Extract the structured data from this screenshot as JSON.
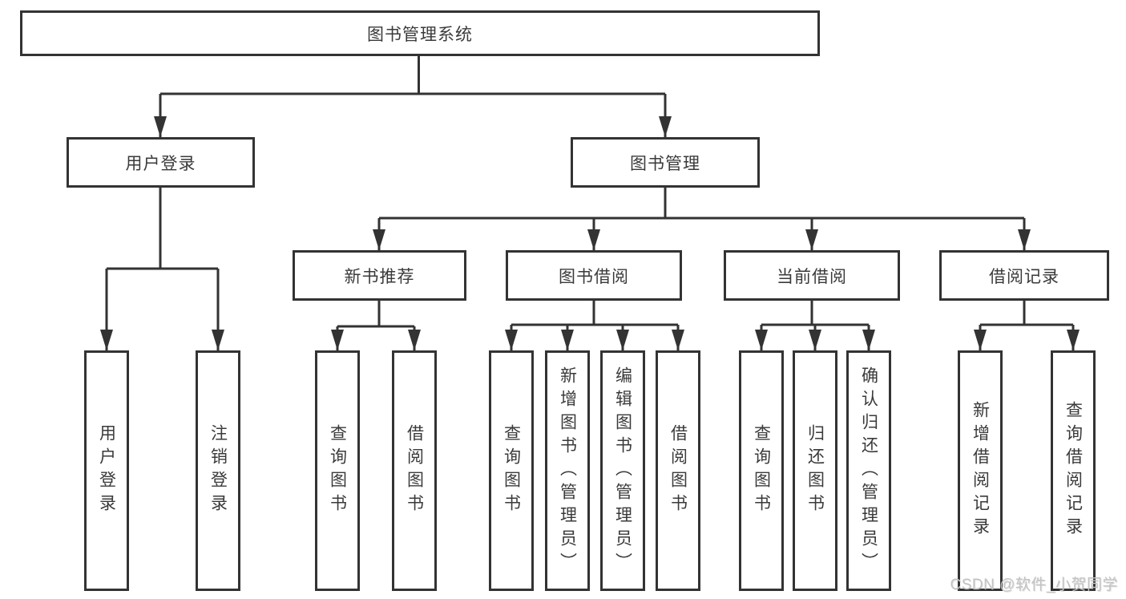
{
  "tree": {
    "root": {
      "label": "图书管理系统"
    },
    "branches": [
      {
        "label": "用户登录",
        "children": [
          {
            "label": "用户登录"
          },
          {
            "label": "注销登录"
          }
        ]
      },
      {
        "label": "图书管理",
        "children": [
          {
            "label": "新书推荐",
            "children": [
              {
                "label": "查询图书"
              },
              {
                "label": "借阅图书"
              }
            ]
          },
          {
            "label": "图书借阅",
            "children": [
              {
                "label": "查询图书"
              },
              {
                "label": "新增图书（管理员）"
              },
              {
                "label": "编辑图书（管理员）"
              },
              {
                "label": "借阅图书"
              }
            ]
          },
          {
            "label": "当前借阅",
            "children": [
              {
                "label": "查询图书"
              },
              {
                "label": "归还图书"
              },
              {
                "label": "确认归还（管理员）"
              }
            ]
          },
          {
            "label": "借阅记录",
            "children": [
              {
                "label": "新增借阅记录"
              },
              {
                "label": "查询借阅记录"
              }
            ]
          }
        ]
      }
    ]
  },
  "watermark": "CSDN @软件_小贺同学",
  "colors": {
    "line": "#333333",
    "box_border": "#333333",
    "text": "#3a3a3a",
    "watermark": "#c3c3c3",
    "background": "#ffffff"
  }
}
